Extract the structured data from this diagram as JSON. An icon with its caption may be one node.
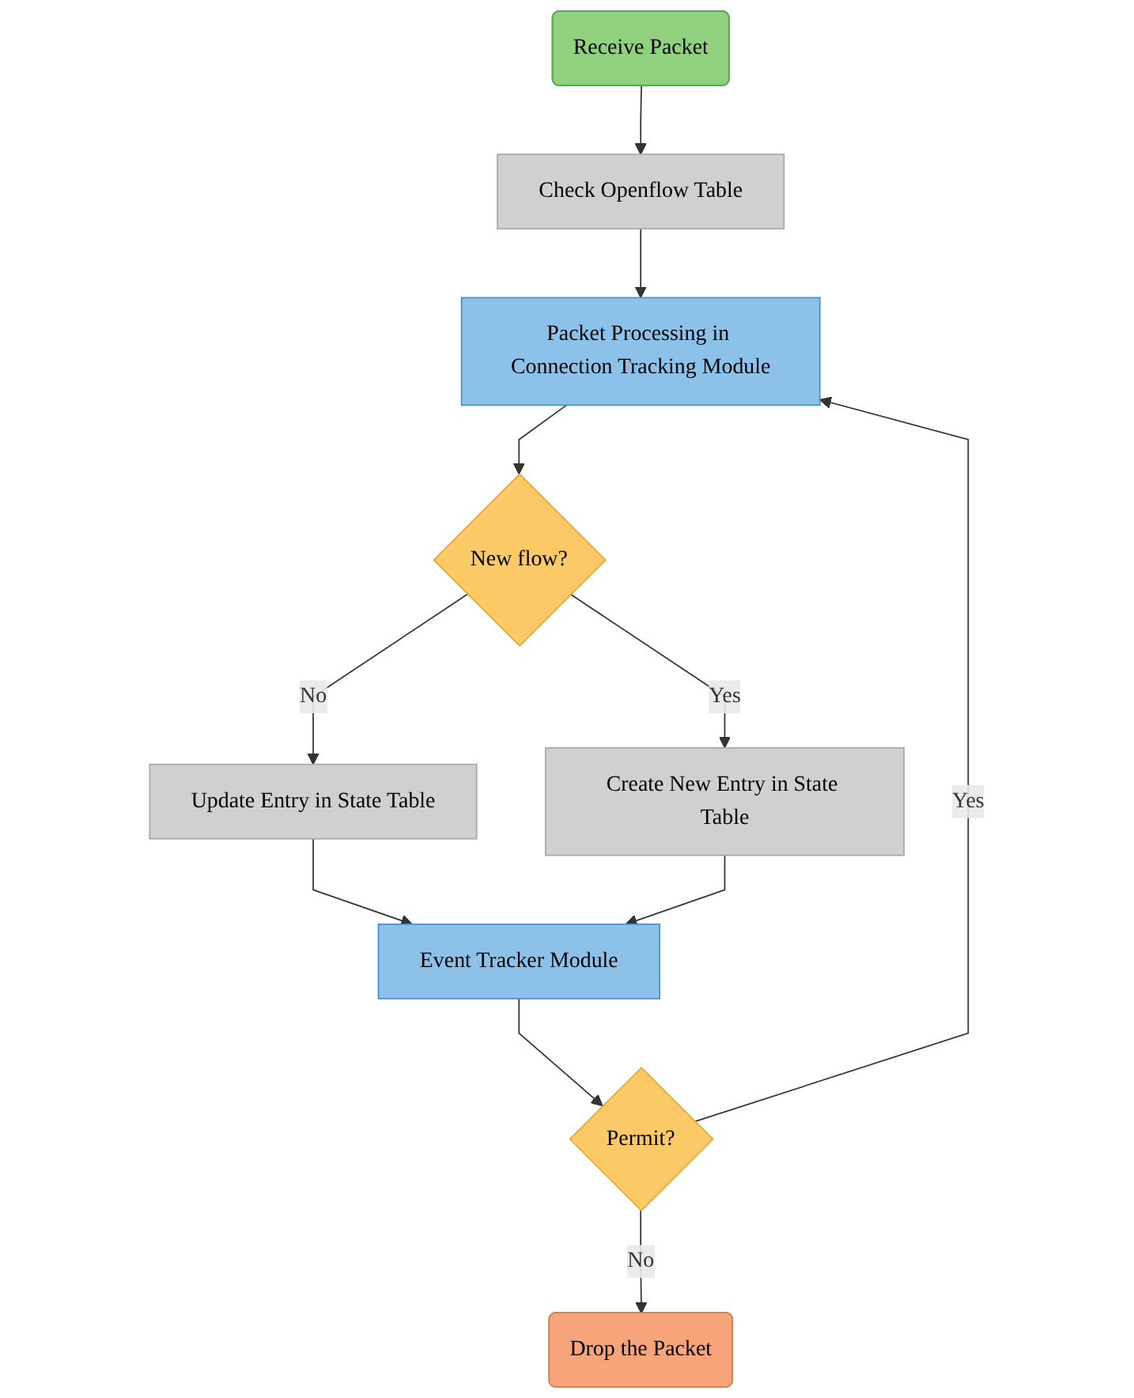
{
  "diagram": {
    "nodes": [
      {
        "text": [
          "Receive Packet"
        ]
      },
      {
        "text": [
          "Check Openflow Table"
        ]
      },
      {
        "text": [
          "Packet Processing in Connection Tracking Module"
        ]
      },
      {
        "text": [
          "New flow?"
        ]
      },
      {
        "text": [
          "Update Entry in State Table"
        ]
      },
      {
        "text": [
          "Create New Entry in State Table"
        ]
      },
      {
        "text": [
          "Event Tracker Module"
        ]
      },
      {
        "text": [
          "Permit?"
        ]
      },
      {
        "text": [
          "Drop the Packet"
        ]
      }
    ],
    "edges": [
      {
        "from": 0,
        "to": 1,
        "arrow": "to"
      },
      {
        "from": 1,
        "to": 2,
        "arrow": "to"
      },
      {
        "from": 2,
        "to": 3,
        "arrow": "to"
      },
      {
        "from": 3,
        "to": 4,
        "arrow": "to",
        "label": "No"
      },
      {
        "from": 3,
        "to": 5,
        "arrow": "to",
        "label": "Yes"
      },
      {
        "from": 4,
        "to": 6,
        "arrow": "to"
      },
      {
        "from": 5,
        "to": 6,
        "arrow": "to"
      },
      {
        "from": 6,
        "to": 7,
        "arrow": "to"
      },
      {
        "from": 7,
        "to": 2,
        "arrow": "to",
        "label": "Yes"
      },
      {
        "from": 7,
        "to": 8,
        "arrow": "to",
        "label": "No"
      }
    ]
  }
}
